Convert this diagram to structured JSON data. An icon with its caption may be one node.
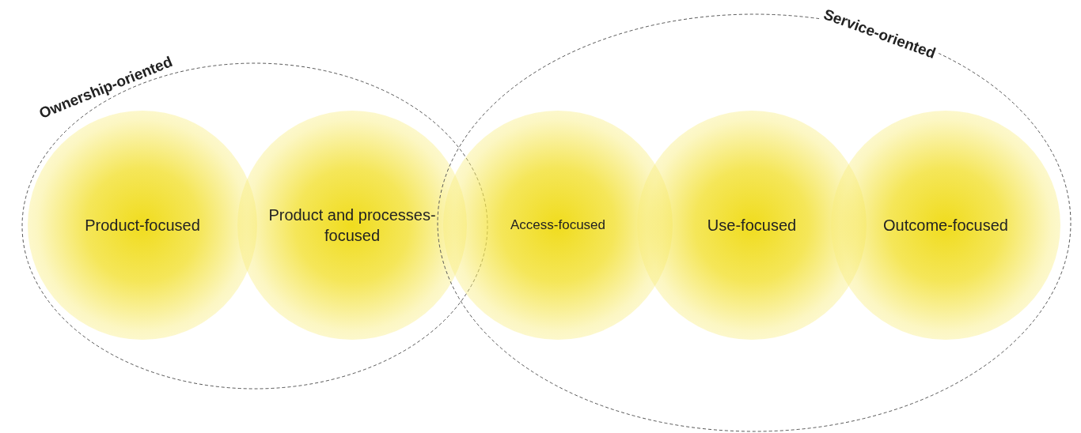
{
  "diagram": {
    "nodes": [
      {
        "text": [
          "Ownership-oriented"
        ]
      },
      {
        "text": [
          "Service-oriented"
        ]
      },
      {
        "text": [
          "Product-focused"
        ],
        "in": 0
      },
      {
        "text": [
          "Product and processes-focused"
        ],
        "in": 0
      },
      {
        "text": [
          "Access-focused"
        ],
        "in": 1
      },
      {
        "text": [
          "Use-focused"
        ],
        "in": 1
      },
      {
        "text": [
          "Outcome-focused"
        ],
        "in": 1
      }
    ]
  }
}
